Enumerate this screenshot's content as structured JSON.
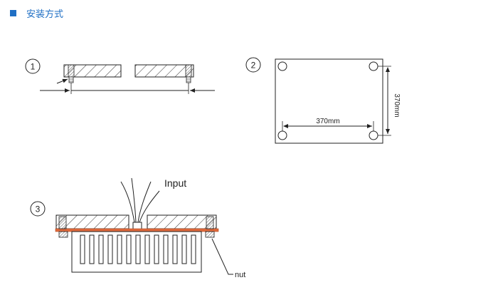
{
  "header": {
    "title": "安装方式",
    "bullet_color": "#1f6fc4"
  },
  "diagram": {
    "step1": {
      "number": "1"
    },
    "step2": {
      "number": "2",
      "horizontal_dim": "370mm",
      "vertical_dim": "370mm"
    },
    "step3": {
      "number": "3",
      "input_label": "Input",
      "nut_label": "nut"
    },
    "colors": {
      "line": "#222222",
      "gasket": "#e06a3c"
    }
  }
}
